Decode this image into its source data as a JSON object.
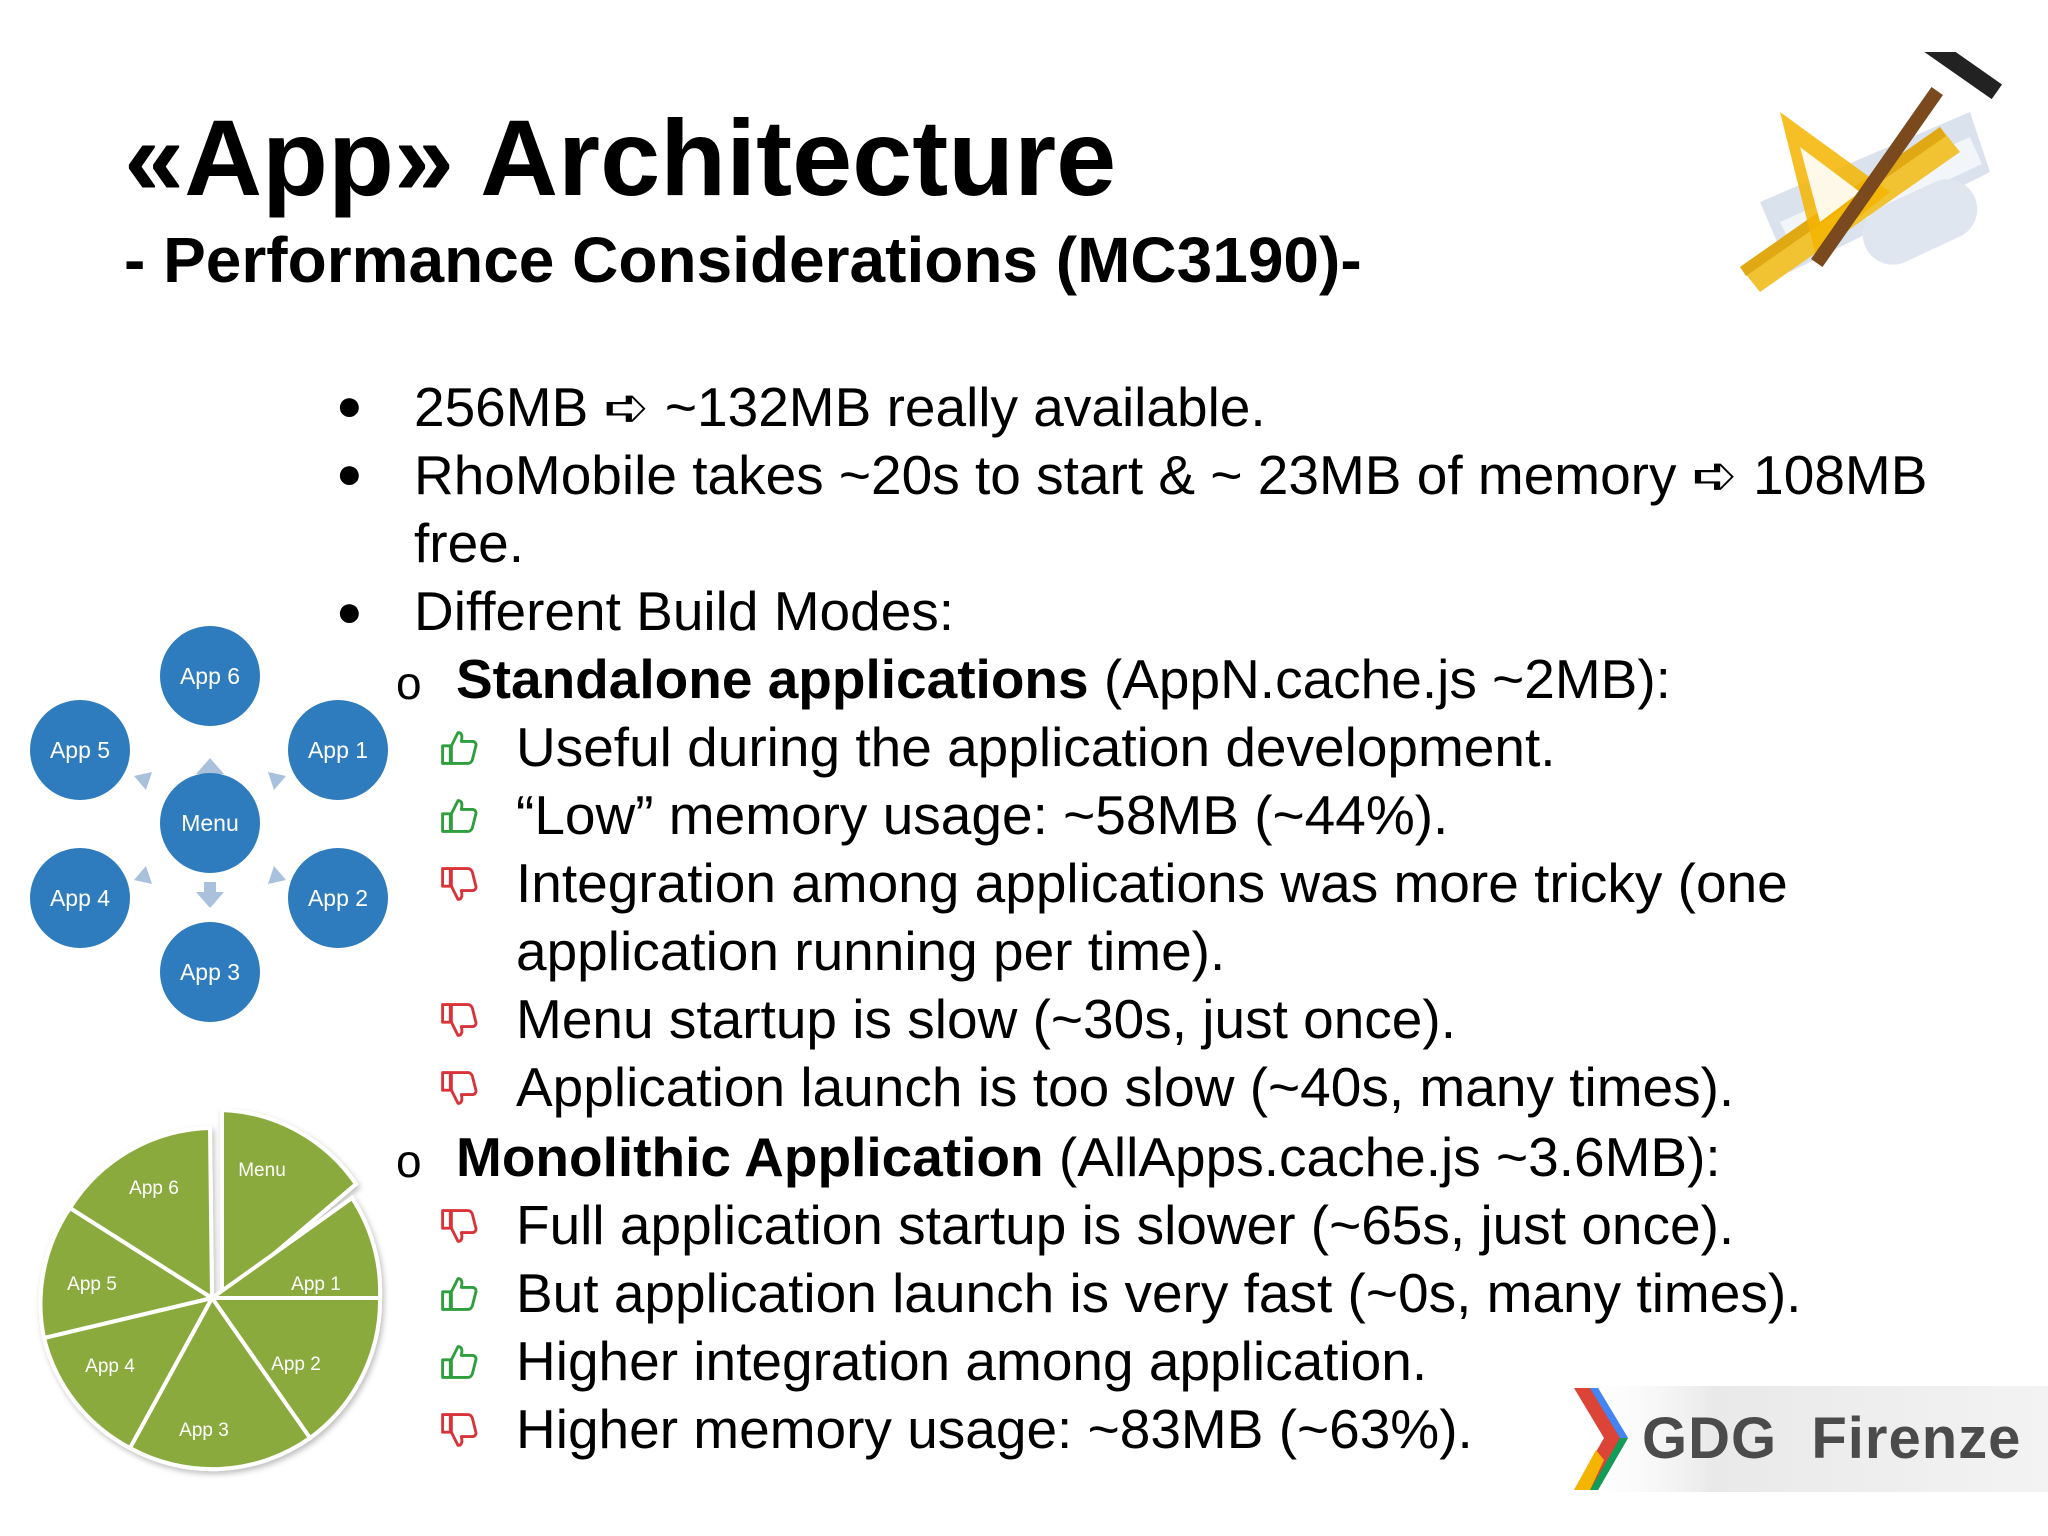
{
  "title": "«App» Architecture",
  "subtitle": "- Performance Considerations (MC3190)-",
  "bullets": {
    "b1": "256MB  ➪ ~132MB really available.",
    "b2_line1": "RhoMobile takes ~20s to start & ~ 23MB of memory ➪ 108MB",
    "b2_line2": "free.",
    "b3": "Different Build Modes:"
  },
  "standalone": {
    "heading": "Standalone applications",
    "detail": " (AppN.cache.js ~2MB):",
    "items": [
      "Useful during the application development.",
      "“Low” memory usage: ~58MB (~44%).",
      "Integration among applications was more tricky (one",
      "application running per time).",
      "Menu startup is slow (~30s, just once).",
      "Application launch is too slow (~40s, many times)."
    ]
  },
  "monolithic": {
    "heading": "Monolithic Application",
    "detail": " (AllApps.cache.js ~3.6MB):",
    "items": [
      "Full application startup is slower (~65s, just once).",
      "But application launch is very fast (~0s, many times).",
      "Higher integration among application.",
      "Higher memory usage: ~83MB (~63%)."
    ]
  },
  "star_diagram": {
    "center": "Menu",
    "nodes": [
      "App 6",
      "App 1",
      "App 2",
      "App 3",
      "App 4",
      "App 5"
    ]
  },
  "pie_diagram": {
    "slices": [
      "Menu",
      "App 1",
      "App 2",
      "App 3",
      "App 4",
      "App 5",
      "App 6"
    ]
  },
  "logo": {
    "text": "GDG  Firenze"
  },
  "colors": {
    "node_blue": "#2e7cbd",
    "arrow_blue": "#a9c1dc",
    "pie_green": "#8aaa3e",
    "thumb_up": "#2f9e3d",
    "thumb_down": "#d9333a"
  }
}
